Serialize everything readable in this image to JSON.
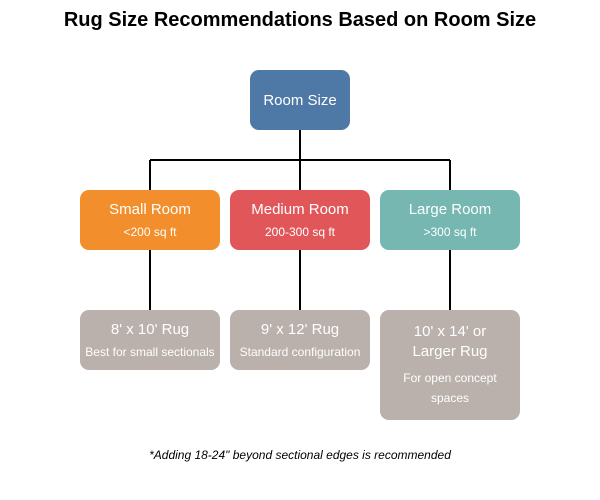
{
  "title": "Rug Size Recommendations Based on Room Size",
  "colors": {
    "root": "#4e79a7",
    "small": "#f28e2b",
    "medium": "#e15759",
    "large": "#76b7b2",
    "recommendation": "#bab0ac",
    "connector": "#000000"
  },
  "root": {
    "label": "Room Size"
  },
  "categories": [
    {
      "label": "Small Room",
      "detail": "<200 sq ft"
    },
    {
      "label": "Medium Room",
      "detail": "200-300 sq ft"
    },
    {
      "label": "Large Room",
      "detail": ">300 sq ft"
    }
  ],
  "recommendations": [
    {
      "label": "8' x 10' Rug",
      "detail": "Best for small sectionals"
    },
    {
      "label": "9' x 12' Rug",
      "detail": "Standard configuration"
    },
    {
      "label": "10' x 14' or Larger Rug",
      "detail": "For open concept spaces"
    }
  ],
  "footnote": "*Adding 18-24\" beyond sectional edges is recommended"
}
